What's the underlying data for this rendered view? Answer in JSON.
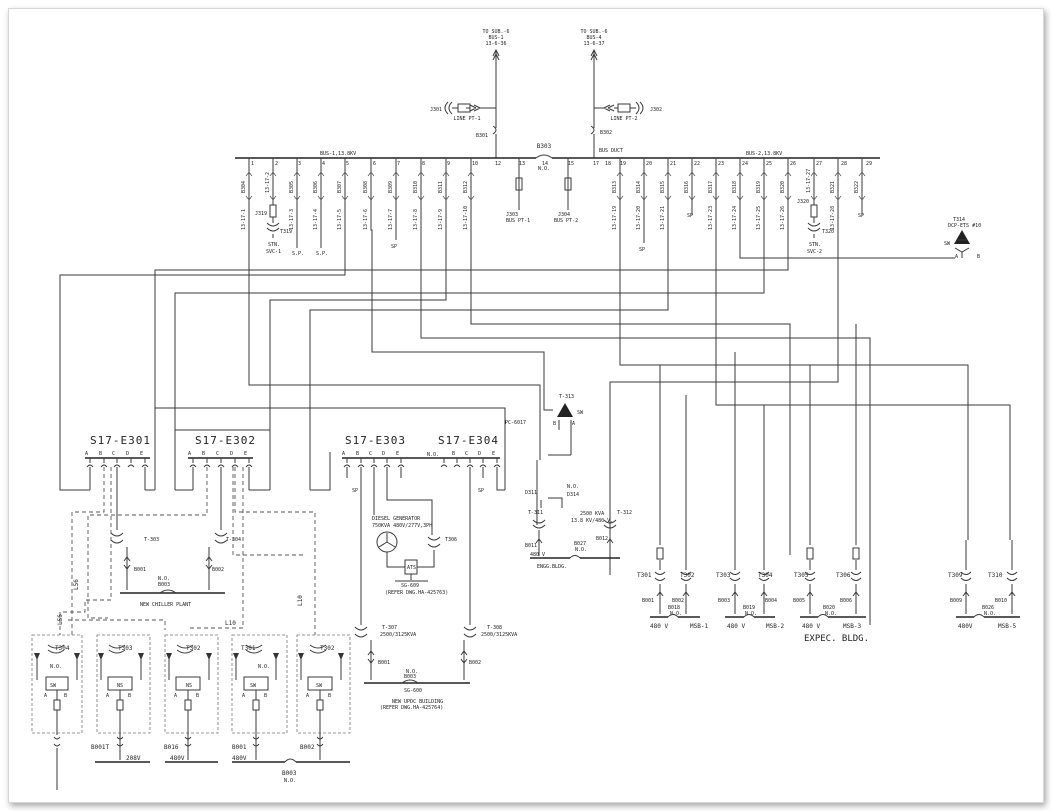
{
  "feeds": {
    "left": {
      "l1": "TO SUB.-6",
      "l2": "BUS-1",
      "l3": "13-6-36"
    },
    "right": {
      "l1": "TO SUB.-6",
      "l2": "BUS-4",
      "l3": "13-6-37"
    }
  },
  "top": {
    "j301": "J301",
    "j302": "J302",
    "pt1": "LINE PT-1",
    "pt2": "LINE PT-2",
    "b301": "B301",
    "b302": "B302",
    "b303": "B303",
    "no": "N.O.",
    "bus1": "BUS-1,13.8KV",
    "bus2": "BUS-2,13.8KV",
    "busduct": "BUS DUCT",
    "nums": [
      "1",
      "2",
      "3",
      "4",
      "5",
      "6",
      "7",
      "8",
      "9",
      "10",
      "12",
      "13",
      "14",
      "15",
      "17",
      "18",
      "19",
      "20",
      "21",
      "22",
      "23",
      "24",
      "25",
      "26",
      "27",
      "28",
      "29"
    ],
    "breakers": [
      "B304",
      "B305",
      "B306",
      "B307",
      "B308",
      "B309",
      "B310",
      "B311",
      "B312",
      "B313",
      "B314",
      "B315",
      "B316",
      "B317",
      "B318",
      "B319",
      "B320",
      "B321",
      "B322"
    ],
    "cables": [
      "13-17-1",
      "13-17-2",
      "13-17-3",
      "13-17-4",
      "13-17-5",
      "13-17-6",
      "13-17-7",
      "13-17-8",
      "13-17-9",
      "13-17-10",
      "13-17-19",
      "13-17-20",
      "13-17-21",
      "13-17-23",
      "13-17-24",
      "13-17-25",
      "13-17-26",
      "13-17-27",
      "13-17-28"
    ],
    "j319": "J319",
    "t319": "T319",
    "svc1a": "STN.",
    "svc1b": "SVC-1",
    "j320": "J320",
    "t320": "T320",
    "svc2a": "STN.",
    "svc2b": "SVC-2",
    "sp": "SP",
    "sp_dot": "S.P.",
    "j303": "J303",
    "pt1bus": "BUS PT-1",
    "j304": "J304",
    "pt2bus": "BUS PT-2"
  },
  "right_sw": {
    "name": "T314",
    "sub": "DCP-ETS #10",
    "sw": "SW",
    "a": "A",
    "b": "B"
  },
  "mid_sw": {
    "name": "T-313",
    "sw": "SW",
    "a": "A",
    "b": "B",
    "pc": "PC-6017"
  },
  "swgr": {
    "e301": "S17-E301",
    "e302": "S17-E302",
    "e303": "S17-E303",
    "e304": "S17-E304",
    "letters": [
      "A",
      "B",
      "C",
      "D",
      "E"
    ],
    "no": "N.O.",
    "sp": "SP"
  },
  "chiller": {
    "t303": "T-303",
    "t304": "T-304",
    "b001": "B001",
    "b002": "B002",
    "b003": "B003",
    "no": "N.O.",
    "title": "NEW CHILLER PLANT"
  },
  "diesel": {
    "title": "DIESEL GENERATOR",
    "rating": "750KVA 480V/277V,3PH",
    "t306": "T306",
    "ats": "ATS",
    "sg": "SG-609",
    "ref": "(REFER DWG.HA-425763)"
  },
  "updc": {
    "t307": "T-307",
    "t307r": "2500/3125KVA",
    "t308": "T-308",
    "t308r": "2500/3125KVA",
    "b001": "B001",
    "b002": "B002",
    "b003": "B003",
    "no": "N.O.",
    "sg": "SG-600",
    "title": "NEW UPDC BUILDING",
    "ref": "(REFER DWG.HA-425764)"
  },
  "engg": {
    "d311": "D311",
    "d314": "D314",
    "no": "N.O.",
    "t311": "T-311",
    "t312": "T-312",
    "rating1": "2500 KVA",
    "rating2": "13.8 KV/480 V.",
    "b011": "B011",
    "b027": "B027",
    "b012": "B012",
    "v480": "480 V",
    "title": "ENGG.BLDG."
  },
  "expec": {
    "t301": "T301",
    "t302": "T302",
    "t303": "T303",
    "t304": "T304",
    "t305": "T305",
    "t306": "T306",
    "t309": "T309",
    "t310": "T310",
    "b001": "B001",
    "b002": "B002",
    "b003": "B003",
    "b004": "B004",
    "b005": "B005",
    "b006": "B006",
    "b009": "B009",
    "b010": "B010",
    "b018": "B018",
    "b019": "B019",
    "b020": "B020",
    "b026": "B026",
    "no": "N.O.",
    "v480": "480 V",
    "v480b": "480V",
    "msb1": "MSB-1",
    "msb2": "MSB-2",
    "msb3": "MSB-3",
    "msb5": "MSB-5",
    "title": "EXPEC. BLDG."
  },
  "bottom": {
    "l56": "L56",
    "l10": "L10",
    "t304": "T304",
    "t303": "T303",
    "t302": "T302",
    "t301": "T301",
    "t302b": "T302",
    "no": "N.O.",
    "sw": "SW",
    "ns": "NS",
    "a": "A",
    "b": "B",
    "b001t": "B001T",
    "b016": "B016",
    "b001": "B001",
    "b002": "B002",
    "v208": "208V",
    "v480": "480V",
    "b003": "B003"
  }
}
